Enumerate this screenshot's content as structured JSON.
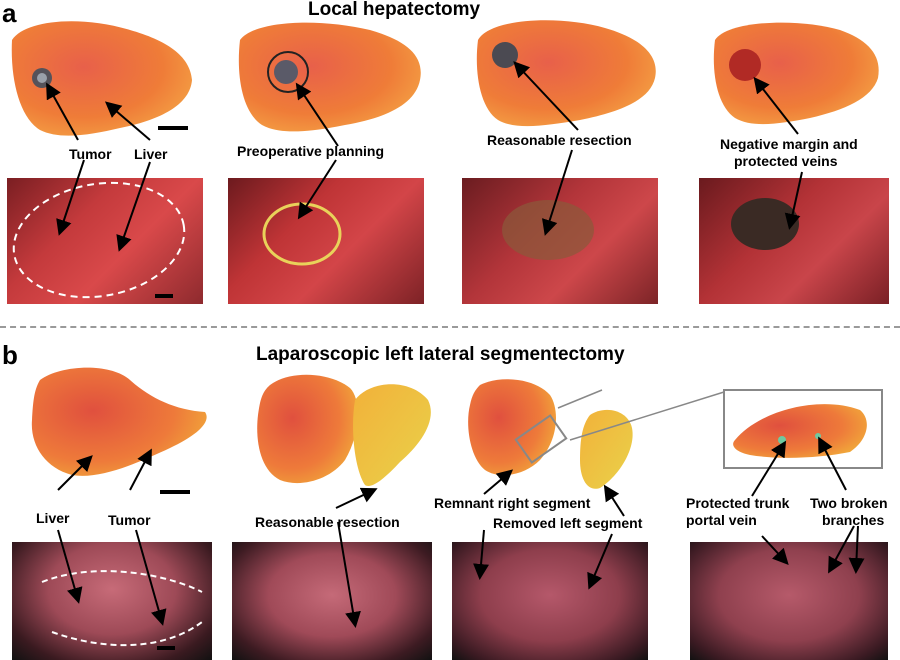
{
  "panel_a": {
    "letter": "a",
    "title": "Local hepatectomy",
    "labels": {
      "tumor": "Tumor",
      "liver": "Liver",
      "preoperative": "Preoperative planning",
      "reasonable": "Reasonable resection",
      "negative_line1": "Negative margin and",
      "negative_line2": "protected veins"
    }
  },
  "panel_b": {
    "letter": "b",
    "title": "Laparoscopic left lateral segmentectomy",
    "labels": {
      "liver": "Liver",
      "tumor": "Tumor",
      "reasonable": "Reasonable resection",
      "remnant": "Remnant right segment",
      "removed": "Removed left segment",
      "protected_line1": "Protected trunk",
      "protected_line2": "portal vein",
      "broken_line1": "Two broken",
      "broken_line2": "branches"
    }
  },
  "colors": {
    "liver_orange": "#f07a3a",
    "liver_yellow": "#f2c13a",
    "tissue_red": "#c43a3c",
    "laparoscopy_pink": "#b25868"
  }
}
